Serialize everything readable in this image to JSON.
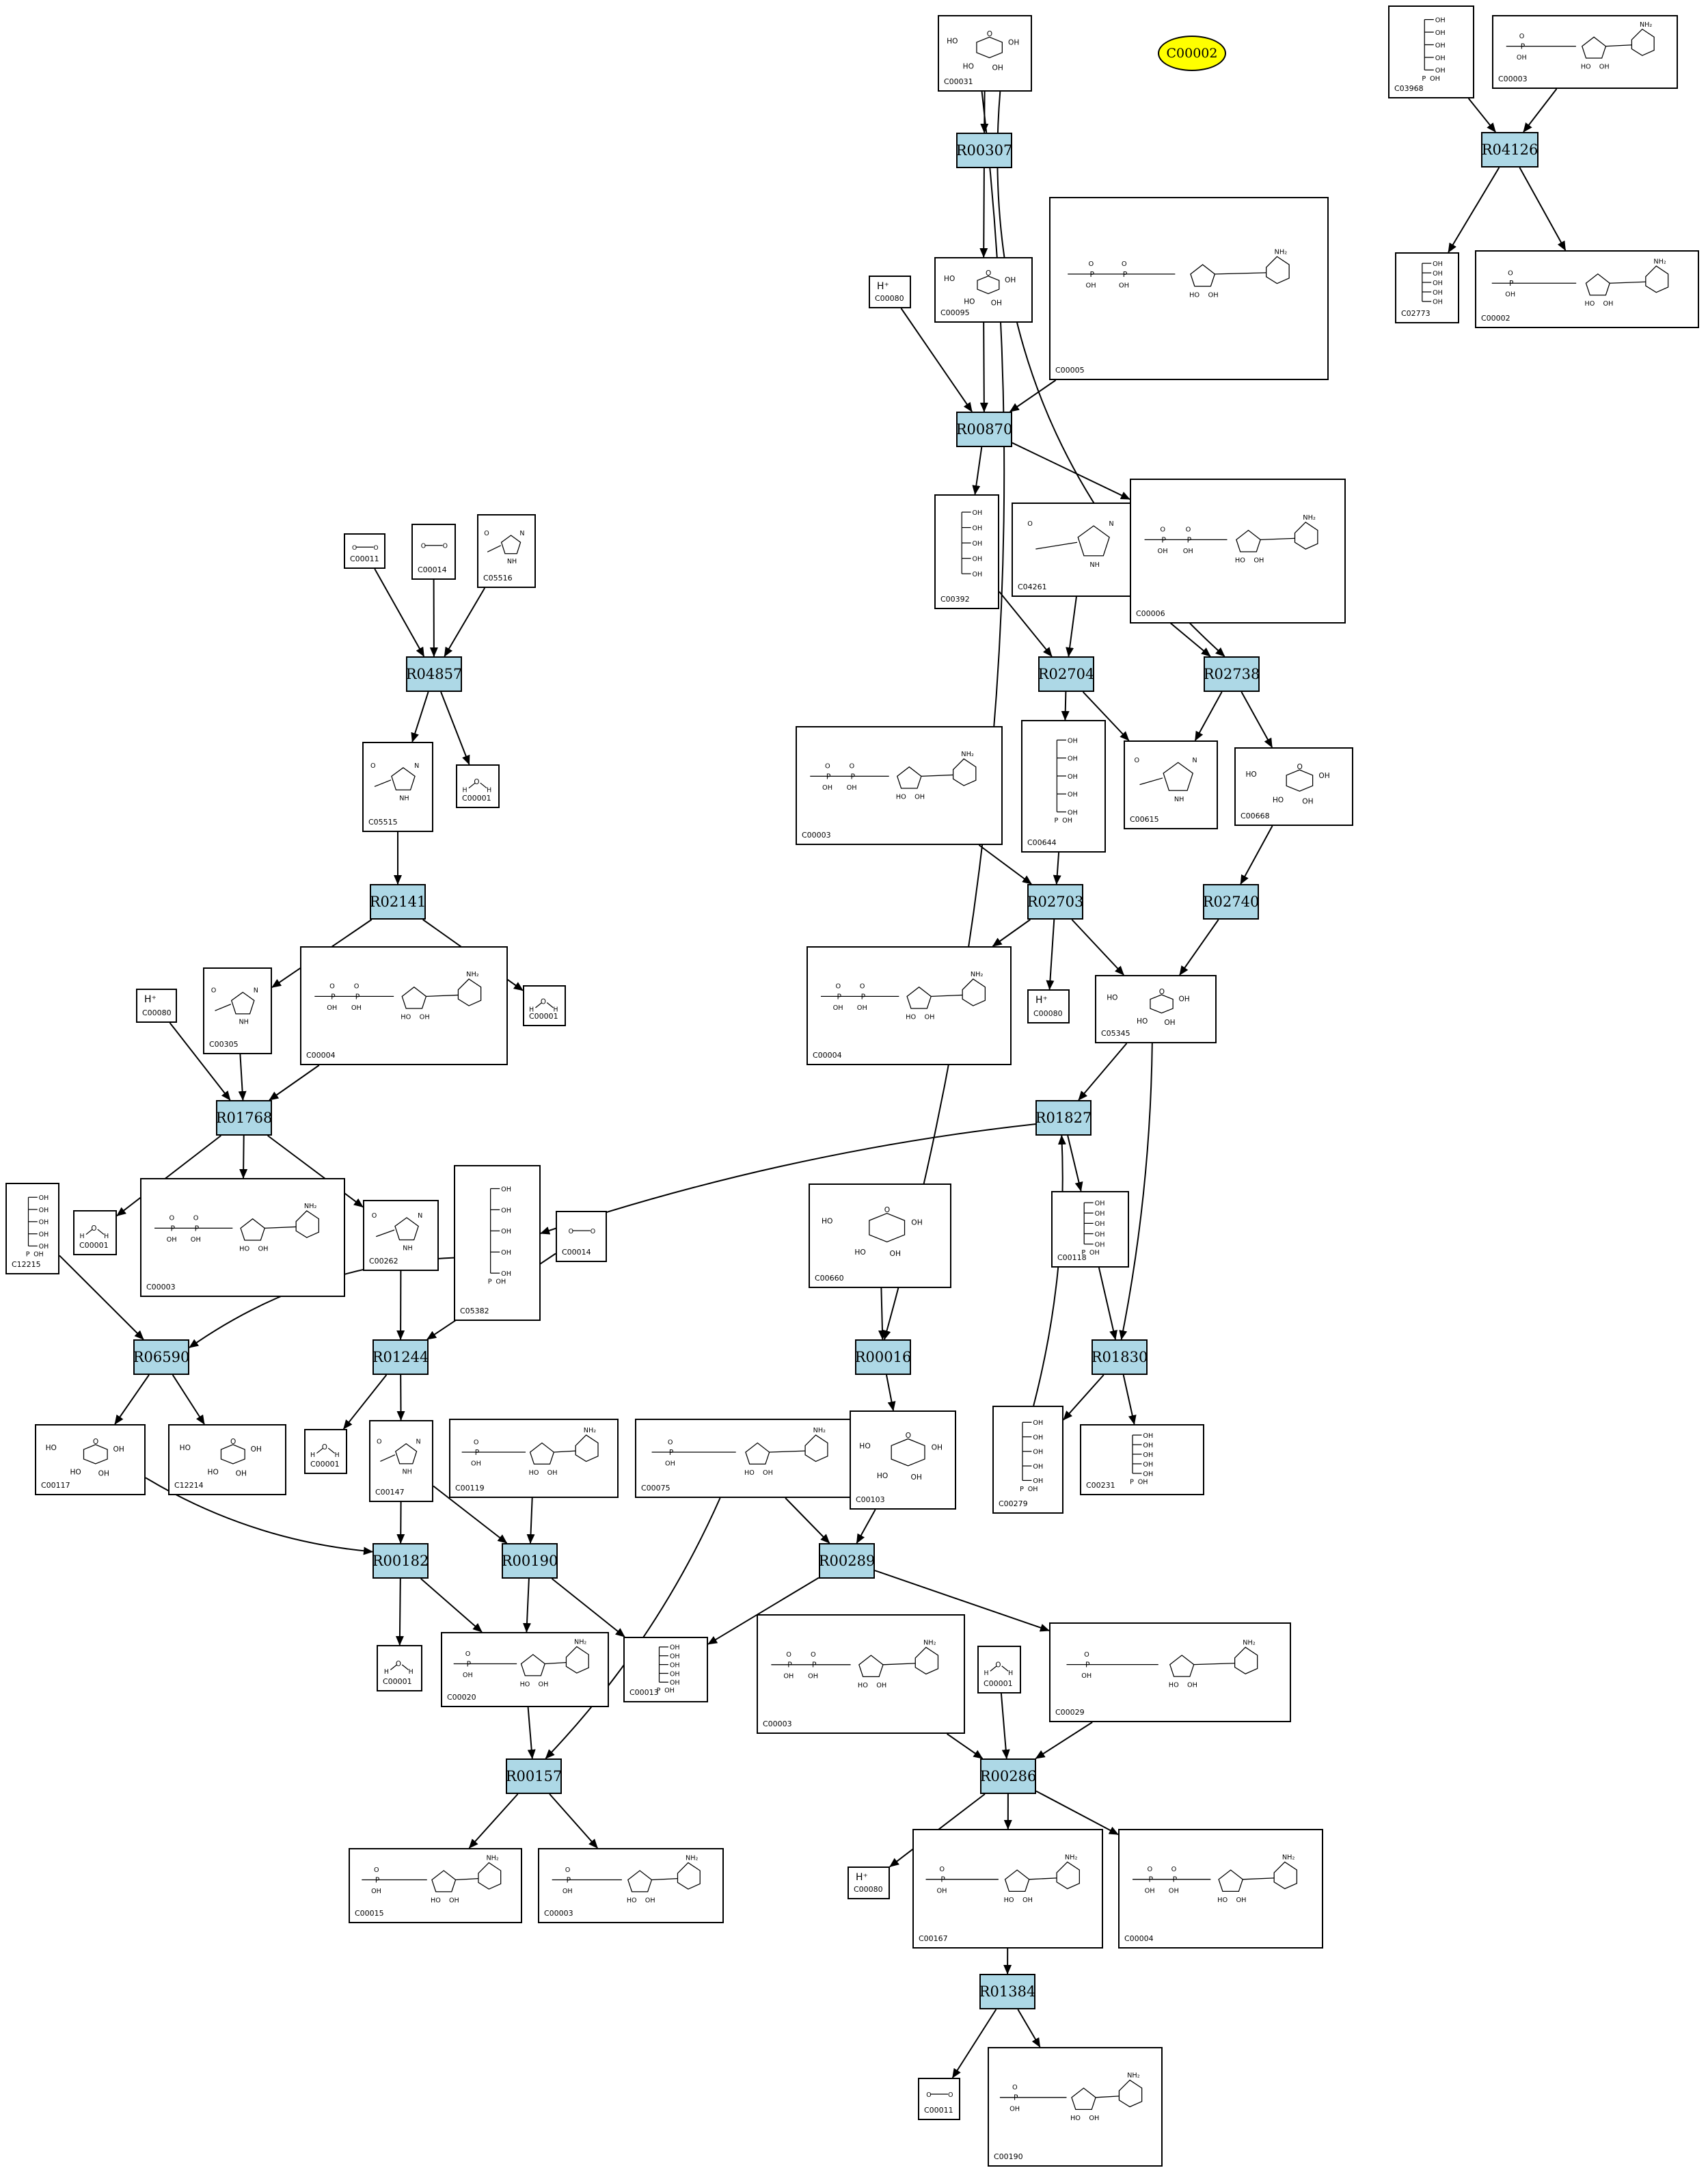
{
  "colors": {
    "reaction_fill": "#add8e6",
    "highlight_fill": "#ffff00",
    "edge": "#000000"
  },
  "highlight": {
    "label": "C00002"
  },
  "reactions": [
    {
      "id": "R00307",
      "label": "R00307"
    },
    {
      "id": "R04126",
      "label": "R04126"
    },
    {
      "id": "R00870",
      "label": "R00870"
    },
    {
      "id": "R04857",
      "label": "R04857"
    },
    {
      "id": "R02704",
      "label": "R02704"
    },
    {
      "id": "R02738",
      "label": "R02738"
    },
    {
      "id": "R02141",
      "label": "R02141"
    },
    {
      "id": "R02703",
      "label": "R02703"
    },
    {
      "id": "R02740",
      "label": "R02740"
    },
    {
      "id": "R01768",
      "label": "R01768"
    },
    {
      "id": "R01827",
      "label": "R01827"
    },
    {
      "id": "R06590",
      "label": "R06590"
    },
    {
      "id": "R01244",
      "label": "R01244"
    },
    {
      "id": "R00016",
      "label": "R00016"
    },
    {
      "id": "R01830",
      "label": "R01830"
    },
    {
      "id": "R00182",
      "label": "R00182"
    },
    {
      "id": "R00190",
      "label": "R00190"
    },
    {
      "id": "R00289",
      "label": "R00289"
    },
    {
      "id": "R00157",
      "label": "R00157"
    },
    {
      "id": "R00286",
      "label": "R00286"
    },
    {
      "id": "R01384",
      "label": "R01384"
    }
  ],
  "compounds": [
    {
      "key": "c00031",
      "label": "C00031",
      "struct": "ring-sugar"
    },
    {
      "key": "c03968",
      "label": "C03968",
      "struct": "chain-phosphate"
    },
    {
      "key": "c00003_top",
      "label": "C00003",
      "struct": "nucleotide"
    },
    {
      "key": "c00095",
      "label": "C00095",
      "struct": "ring-sugar"
    },
    {
      "key": "c00080_a",
      "label": "C00080",
      "struct": "proton",
      "text": "H⁺"
    },
    {
      "key": "c00005",
      "label": "C00005",
      "struct": "dinucleotide"
    },
    {
      "key": "c02773",
      "label": "C02773",
      "struct": "chain"
    },
    {
      "key": "c00002",
      "label": "C00002",
      "struct": "nucleotide"
    },
    {
      "key": "c00011_a",
      "label": "C00011",
      "struct": "small"
    },
    {
      "key": "c00014_a",
      "label": "C00014",
      "struct": "small"
    },
    {
      "key": "c05516",
      "label": "C05516",
      "struct": "ring-small"
    },
    {
      "key": "c00392",
      "label": "C00392",
      "struct": "chain"
    },
    {
      "key": "c04261",
      "label": "C04261",
      "struct": "ring-small"
    },
    {
      "key": "c00006",
      "label": "C00006",
      "struct": "dinucleotide"
    },
    {
      "key": "c05515",
      "label": "C05515",
      "struct": "ring-small"
    },
    {
      "key": "c00001_a",
      "label": "C00001",
      "struct": "water"
    },
    {
      "key": "c00003_mid",
      "label": "C00003",
      "struct": "dinucleotide"
    },
    {
      "key": "c00644",
      "label": "C00644",
      "struct": "chain-phosphate"
    },
    {
      "key": "c00615",
      "label": "C00615",
      "struct": "ring-small"
    },
    {
      "key": "c00668",
      "label": "C00668",
      "struct": "ring-sugar"
    },
    {
      "key": "c00305",
      "label": "C00305",
      "struct": "ring-small"
    },
    {
      "key": "c00004_a",
      "label": "C00004",
      "struct": "dinucleotide"
    },
    {
      "key": "c00001_b",
      "label": "C00001",
      "struct": "water"
    },
    {
      "key": "c00080_b",
      "label": "C00080",
      "struct": "proton",
      "text": "H⁺"
    },
    {
      "key": "c00004_b",
      "label": "C00004",
      "struct": "dinucleotide"
    },
    {
      "key": "c00080_c",
      "label": "C00080",
      "struct": "proton",
      "text": "H⁺"
    },
    {
      "key": "c05345",
      "label": "C05345",
      "struct": "ring-sugar"
    },
    {
      "key": "c12215",
      "label": "C12215",
      "struct": "chain-phosphate"
    },
    {
      "key": "c00001_c",
      "label": "C00001",
      "struct": "water"
    },
    {
      "key": "c00003_b",
      "label": "C00003",
      "struct": "dinucleotide"
    },
    {
      "key": "c00262",
      "label": "C00262",
      "struct": "ring-small"
    },
    {
      "key": "c05382",
      "label": "C05382",
      "struct": "chain-phosphate"
    },
    {
      "key": "c00014_b",
      "label": "C00014",
      "struct": "small"
    },
    {
      "key": "c00660",
      "label": "C00660",
      "struct": "ring-sugar"
    },
    {
      "key": "c00118",
      "label": "C00118",
      "struct": "chain-phosphate"
    },
    {
      "key": "c00117",
      "label": "C00117",
      "struct": "ring-sugar"
    },
    {
      "key": "c12214",
      "label": "C12214",
      "struct": "ring-sugar"
    },
    {
      "key": "c00001_d",
      "label": "C00001",
      "struct": "water"
    },
    {
      "key": "c00147",
      "label": "C00147",
      "struct": "ring-small"
    },
    {
      "key": "c00119",
      "label": "C00119",
      "struct": "nucleotide"
    },
    {
      "key": "c00075",
      "label": "C00075",
      "struct": "nucleotide"
    },
    {
      "key": "c00103",
      "label": "C00103",
      "struct": "ring-sugar"
    },
    {
      "key": "c00279",
      "label": "C00279",
      "struct": "chain-phosphate"
    },
    {
      "key": "c00231",
      "label": "C00231",
      "struct": "chain-phosphate"
    },
    {
      "key": "c00001_e",
      "label": "C00001",
      "struct": "water"
    },
    {
      "key": "c00020",
      "label": "C00020",
      "struct": "nucleotide"
    },
    {
      "key": "c00013",
      "label": "C00013",
      "struct": "chain-phosphate"
    },
    {
      "key": "c00003_c",
      "label": "C00003",
      "struct": "dinucleotide"
    },
    {
      "key": "c00001_f",
      "label": "C00001",
      "struct": "water"
    },
    {
      "key": "c00029",
      "label": "C00029",
      "struct": "nucleotide"
    },
    {
      "key": "c00015",
      "label": "C00015",
      "struct": "nucleotide"
    },
    {
      "key": "c00003_d",
      "label": "C00003",
      "struct": "nucleotide"
    },
    {
      "key": "c00080_d",
      "label": "C00080",
      "struct": "proton",
      "text": "H⁺"
    },
    {
      "key": "c00167",
      "label": "C00167",
      "struct": "nucleotide"
    },
    {
      "key": "c00004_c",
      "label": "C00004",
      "struct": "dinucleotide"
    },
    {
      "key": "c00011_b",
      "label": "C00011",
      "struct": "small"
    },
    {
      "key": "c00190",
      "label": "C00190",
      "struct": "nucleotide"
    }
  ]
}
